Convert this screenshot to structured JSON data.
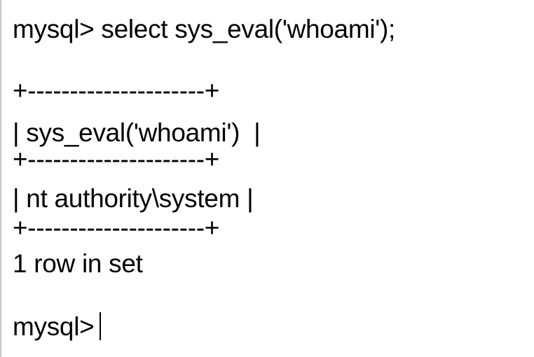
{
  "terminal": {
    "prompt_line": "mysql> select sys_eval('whoami');",
    "border_top": "+---------------------+",
    "header_row": "| sys_eval('whoami')  |",
    "border_mid": "+---------------------+",
    "data_row": "| nt authority\\system |",
    "border_bottom": "+---------------------+",
    "result_summary": "1 row in set",
    "current_prompt": "mysql>"
  }
}
